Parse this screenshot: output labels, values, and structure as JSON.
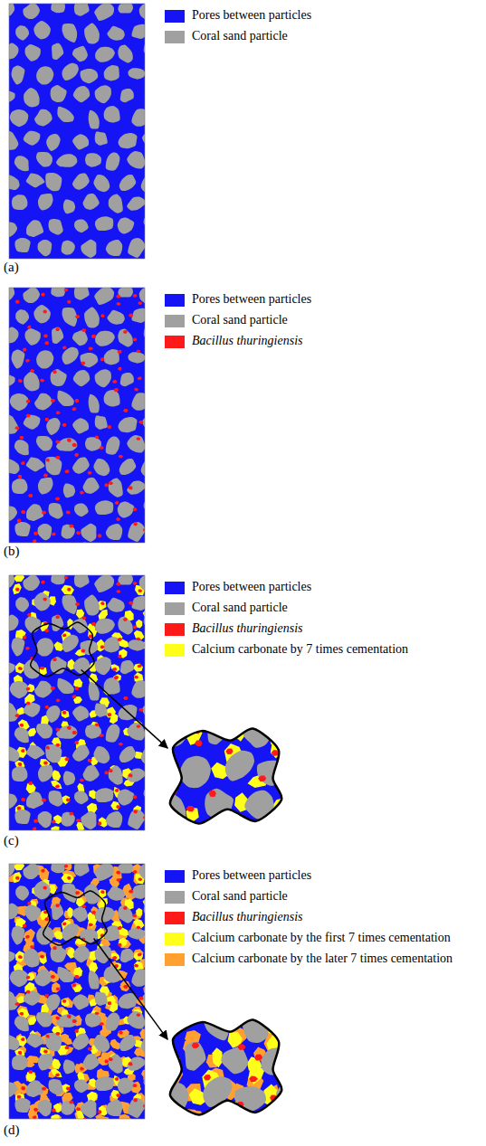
{
  "diagram": {
    "labels": [
      "(a)",
      "(b)",
      "(c)",
      "(d)"
    ],
    "legend": [
      {
        "text": "Pores between particles",
        "color": "#1414f5"
      },
      {
        "text": "Coral sand particle",
        "color": "#a0a0a0"
      },
      {
        "text": "Pores between particles",
        "color": "#1414f5"
      },
      {
        "text": "Coral sand particle",
        "color": "#a0a0a0"
      },
      {
        "text": "Bacillus thuringiensis",
        "color": "#ff1a1a"
      },
      {
        "text": "Pores between particles",
        "color": "#1414f5"
      },
      {
        "text": "Coral sand particle",
        "color": "#a0a0a0"
      },
      {
        "text": "Bacillus thuringiensis",
        "color": "#ff1a1a"
      },
      {
        "text": "Calcium carbonate by 7 times cementation",
        "color": "#ffff1a"
      },
      {
        "text": "Pores between particles",
        "color": "#1414f5"
      },
      {
        "text": "Coral sand particle",
        "color": "#a0a0a0"
      },
      {
        "text": "Bacillus thuringiensis",
        "color": "#ff1a1a"
      },
      {
        "text": "Calcium carbonate by the first 7 times cementation",
        "color": "#ffff1a"
      },
      {
        "text": "Calcium carbonate by the later 7 times cementation",
        "color": "#ffa030"
      }
    ]
  }
}
